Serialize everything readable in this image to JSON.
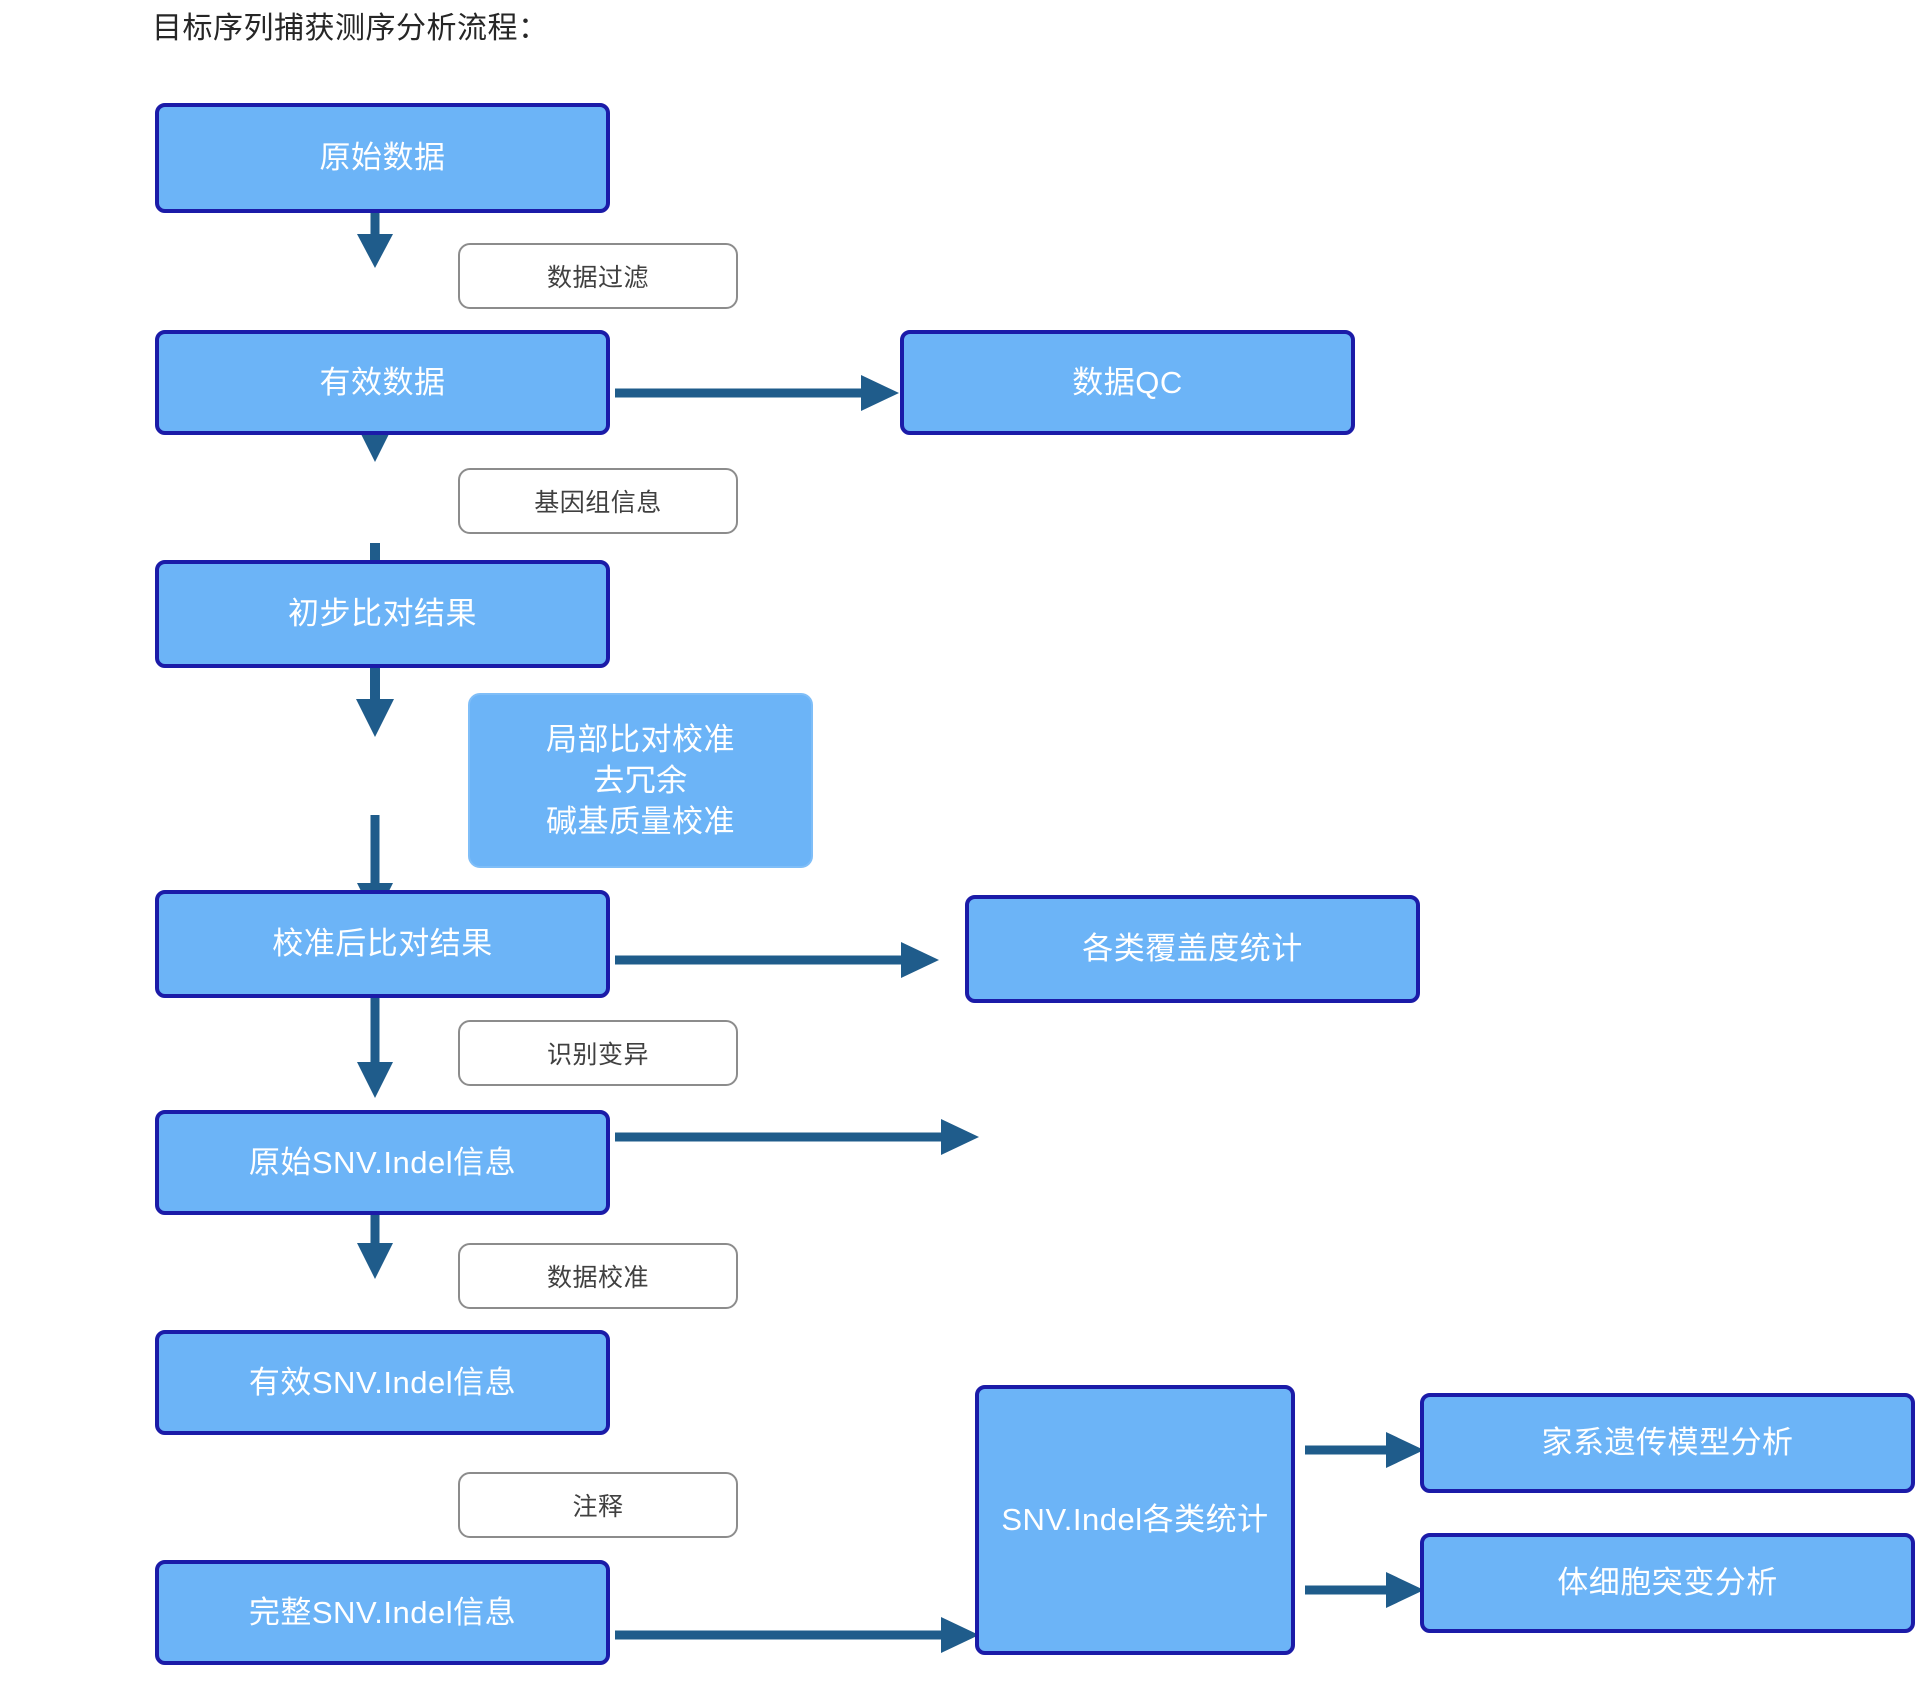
{
  "title": "目标序列捕获测序分析流程：",
  "colors": {
    "node_fill": "#6CB4F7",
    "node_border": "#1B1BA8",
    "node_text": "#FFFFFF",
    "caption_border": "#8C8C8C",
    "caption_text": "#404040",
    "arrow": "#1F5C8B",
    "background": "#FFFFFF"
  },
  "nodes": {
    "raw_data": "原始数据",
    "clean_data": "有效数据",
    "data_qc": "数据QC",
    "initial_alignment": "初步比对结果",
    "recalibrated_alignment": "校准后比对结果",
    "coverage_stats": "各类覆盖度统计",
    "raw_snv_indel": "原始SNV.Indel信息",
    "valid_snv_indel": "有效SNV.Indel信息",
    "full_snv_indel": "完整SNV.Indel信息",
    "snv_indel_stats": "SNV.Indel各类统计",
    "family_model": "家系遗传模型分析",
    "somatic_mutation": "体细胞突变分析"
  },
  "notes": {
    "realign_block": [
      "局部比对校准",
      "去冗余",
      "碱基质量校准"
    ]
  },
  "captions": {
    "data_filter": "数据过滤",
    "genome_info": "基因组信息",
    "variant_calling": "识别变异",
    "data_calibration": "数据校准",
    "annotation": "注释"
  }
}
